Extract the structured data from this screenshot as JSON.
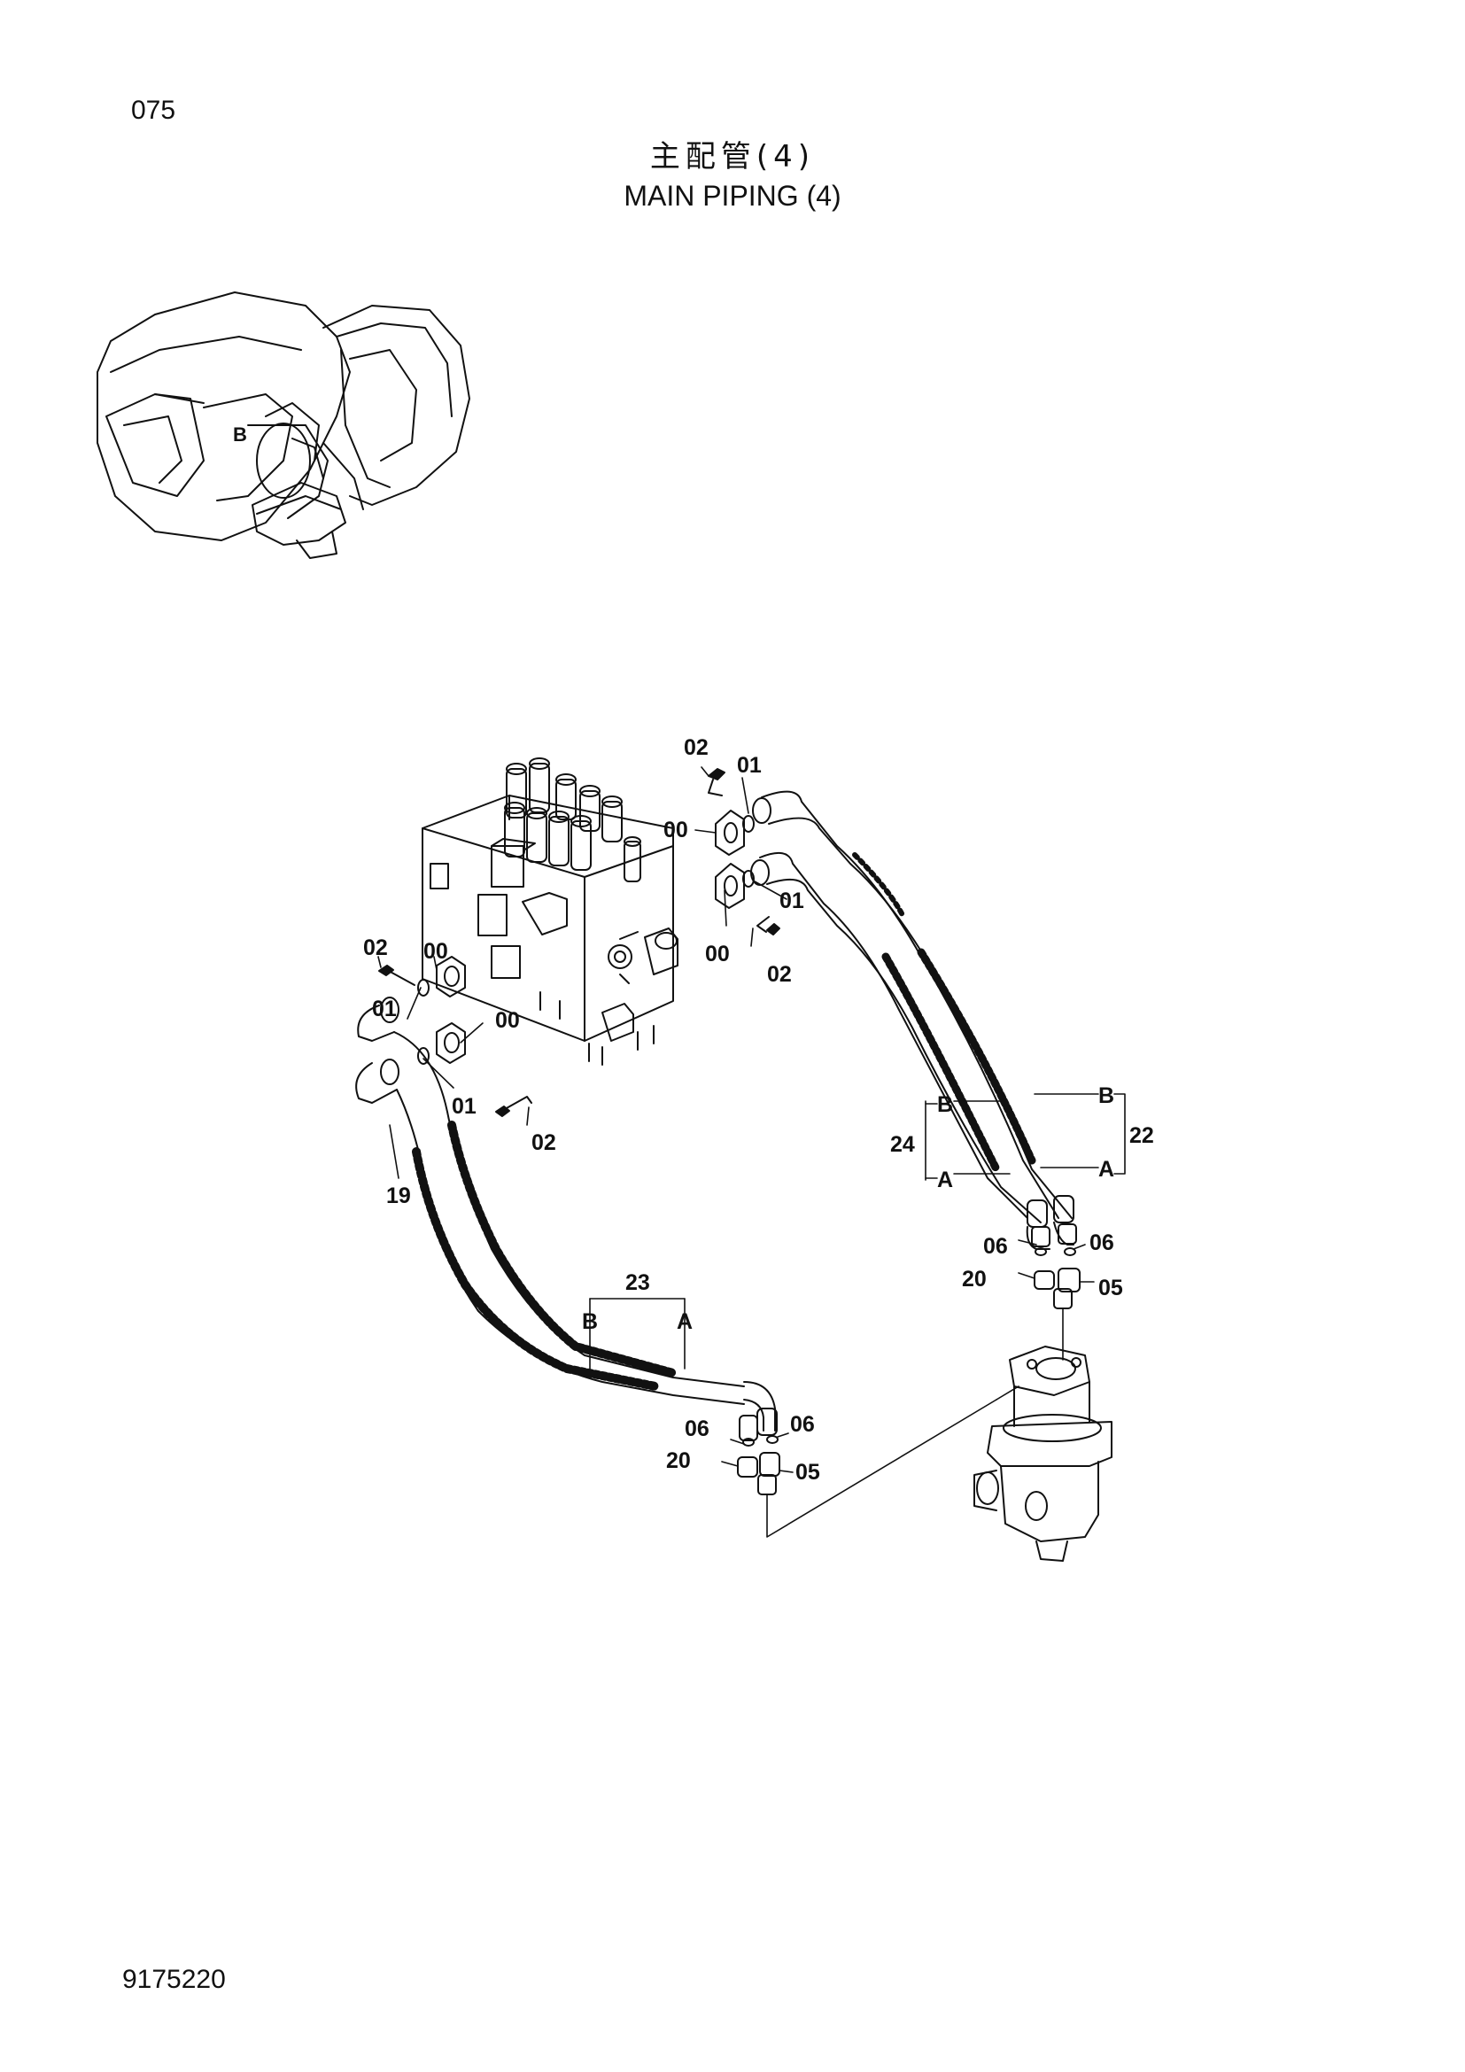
{
  "page_number": "075",
  "title_jp": "主配管(4)",
  "title_en": "MAIN PIPING (4)",
  "document_id": "9175220",
  "thumbnail_label": "B",
  "callouts": {
    "c02_top": "02",
    "c01_top": "01",
    "c00_top": "00",
    "c01_mid": "01",
    "c00_mid": "00",
    "c02_mid": "02",
    "c02_left": "02",
    "c00_left": "00",
    "c01_left": "01",
    "c00_left2": "00",
    "c01_left2": "01",
    "c02_left2": "02",
    "c19": "19",
    "c23": "23",
    "c23_B": "B",
    "c23_A": "A",
    "c24": "24",
    "c24_B": "B",
    "c24_A": "A",
    "c22": "22",
    "c22_B": "B",
    "c22_A": "A",
    "c06_r1": "06",
    "c06_r2": "06",
    "c20_r": "20",
    "c05_r": "05",
    "c06_b1": "06",
    "c06_b2": "06",
    "c20_b": "20",
    "c05_b": "05"
  }
}
